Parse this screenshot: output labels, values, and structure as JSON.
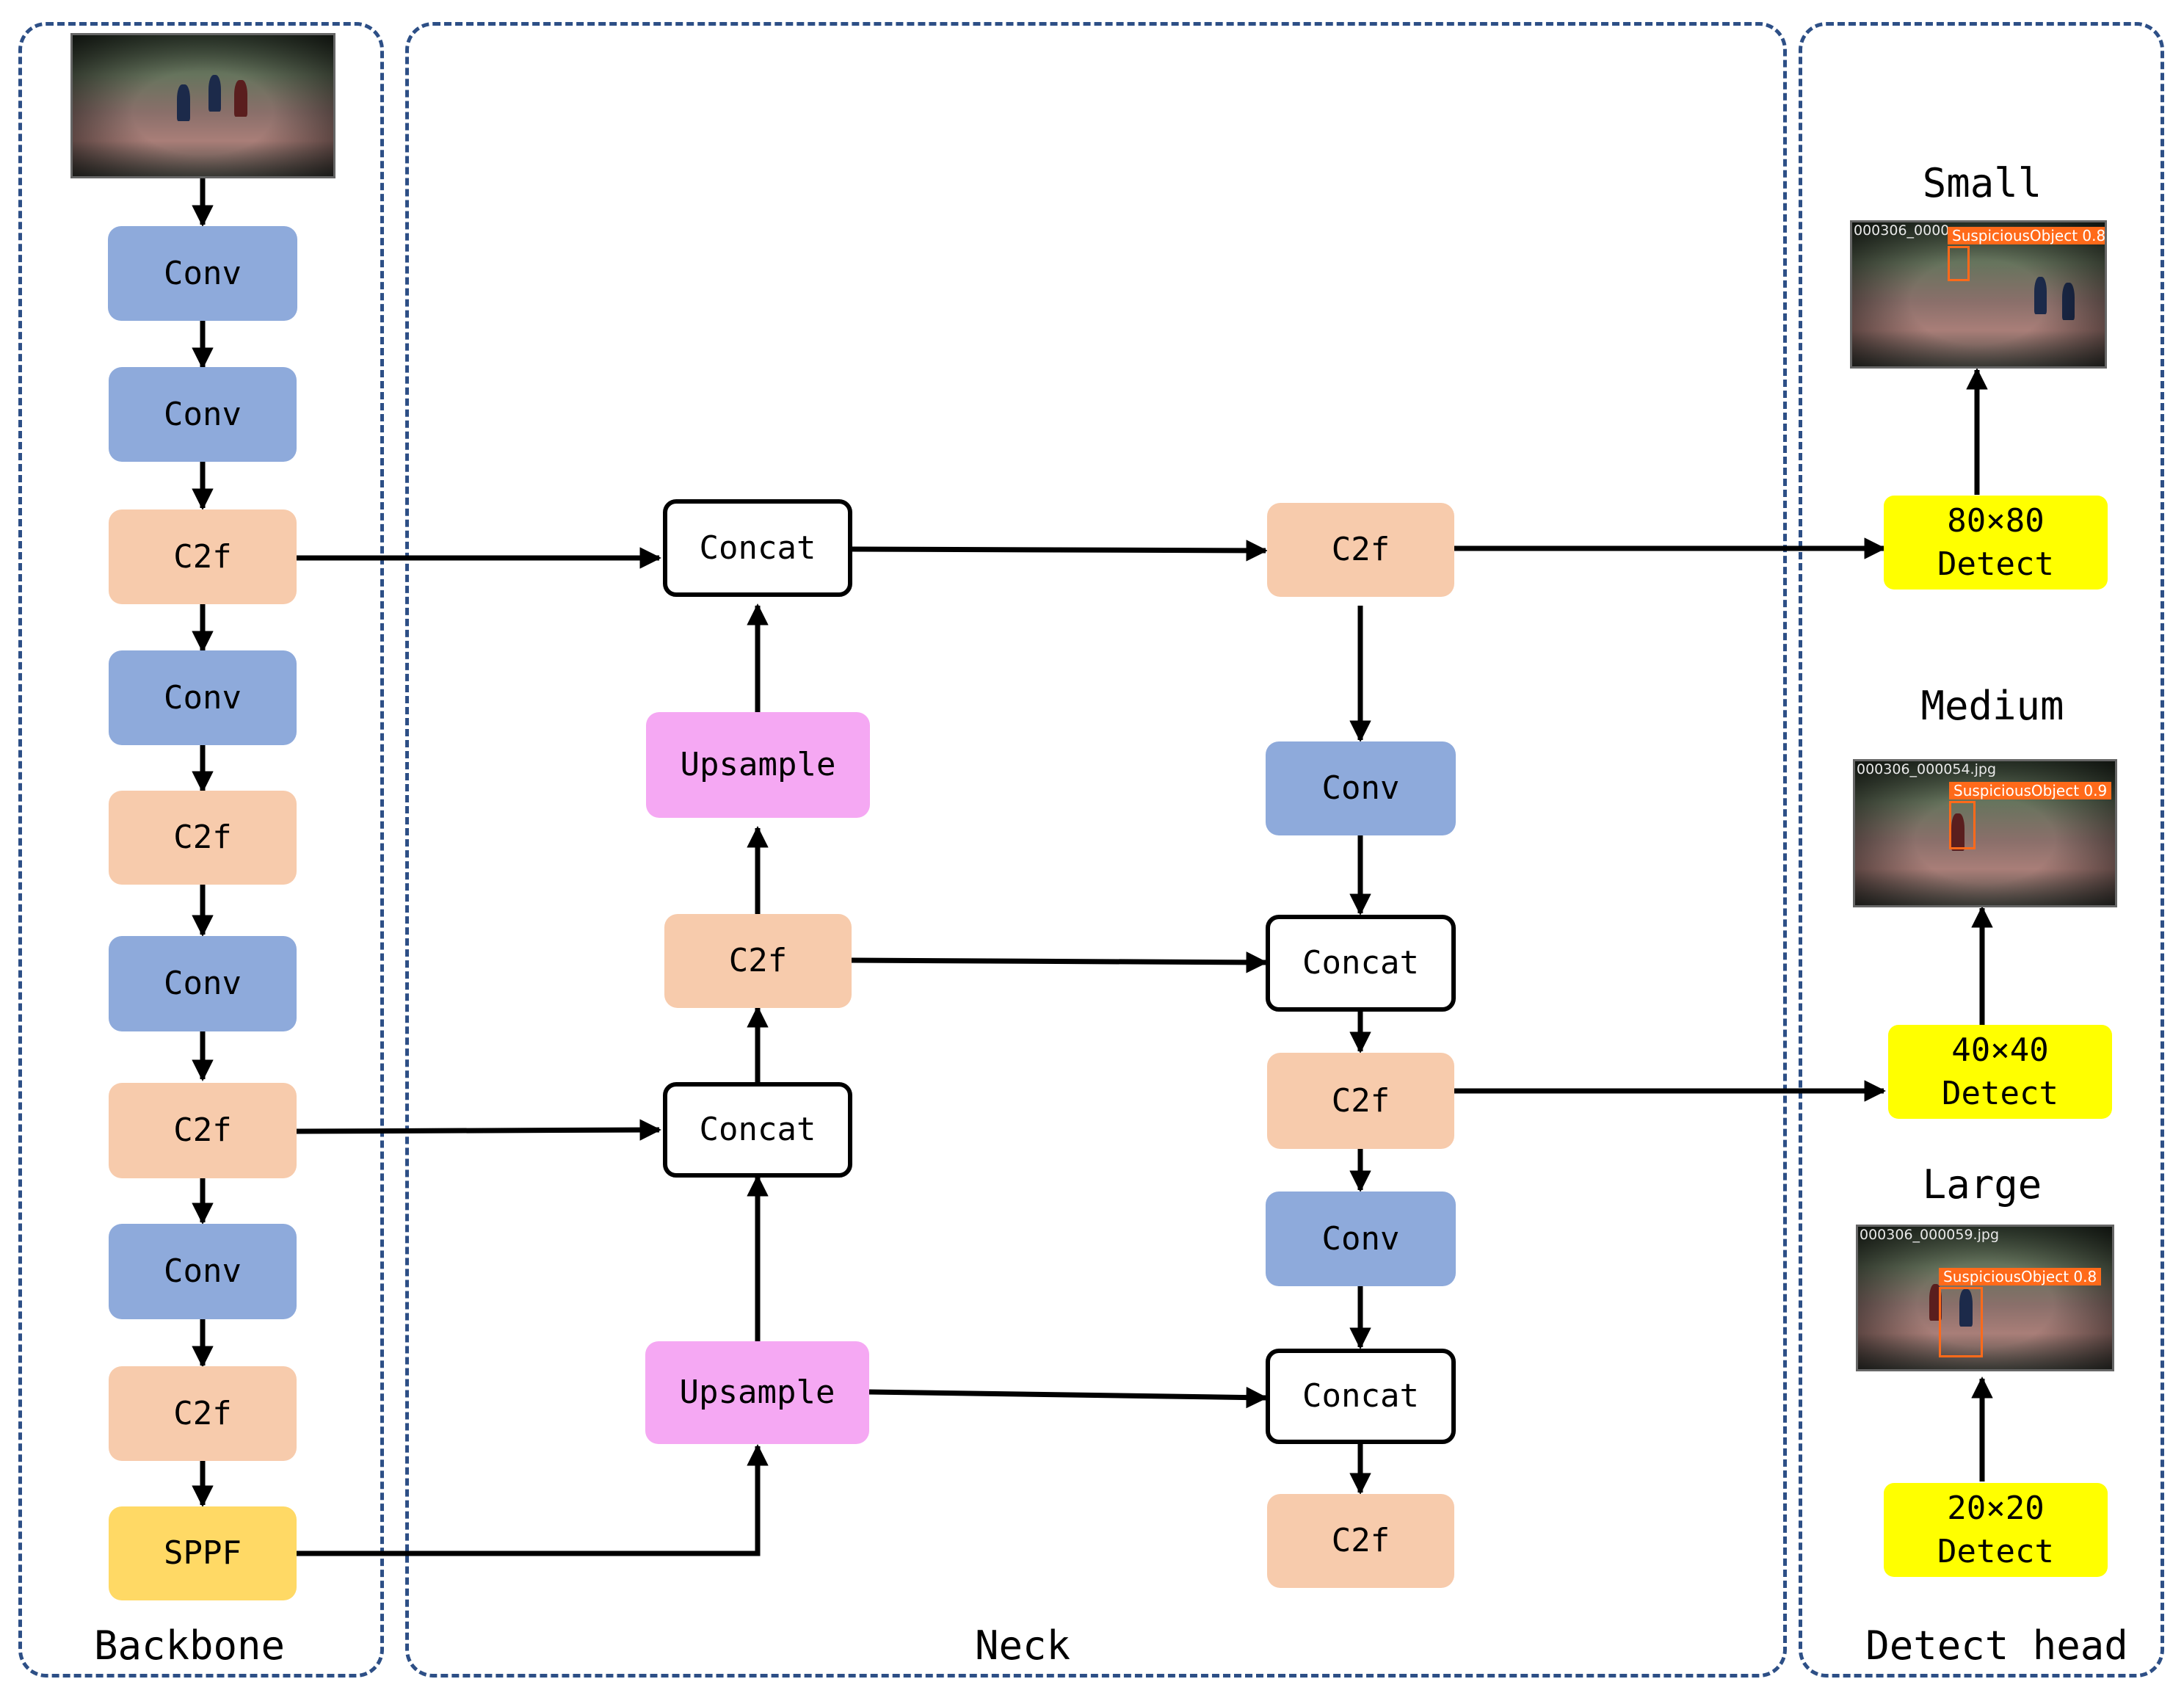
{
  "sections": {
    "backbone": "Backbone",
    "neck": "Neck",
    "head": "Detect head"
  },
  "backbone": {
    "conv1": "Conv",
    "conv2": "Conv",
    "c2f1": "C2f",
    "conv3": "Conv",
    "c2f2": "C2f",
    "conv4": "Conv",
    "c2f3": "C2f",
    "conv5": "Conv",
    "c2f4": "C2f",
    "sppf": "SPPF"
  },
  "neck": {
    "concat_top": "Concat",
    "upsample_top": "Upsample",
    "c2f_mid": "C2f",
    "concat_mid": "Concat",
    "upsample_bottom": "Upsample",
    "c2f_right1": "C2f",
    "conv_right1": "Conv",
    "concat_right1": "Concat",
    "c2f_right2": "C2f",
    "conv_right2": "Conv",
    "concat_right2": "Concat",
    "c2f_right3": "C2f"
  },
  "head": {
    "small": {
      "label": "Small",
      "size": "80×80",
      "detect": "Detect",
      "caption": "000306_0000",
      "detection": "SuspiciousObject 0.8"
    },
    "medium": {
      "label": "Medium",
      "size": "40×40",
      "detect": "Detect",
      "caption": "000306_000054.jpg",
      "detection": "SuspiciousObject 0.9"
    },
    "large": {
      "label": "Large",
      "size": "20×20",
      "detect": "Detect",
      "caption": "000306_000059.jpg",
      "detection": "SuspiciousObject 0.8"
    }
  },
  "colors": {
    "conv": "#8eaadb",
    "c2f": "#f7cbac",
    "sppf": "#ffd965",
    "upsample": "#f5a8f3",
    "detect": "#ffff00",
    "section_border": "#2d4f86"
  }
}
